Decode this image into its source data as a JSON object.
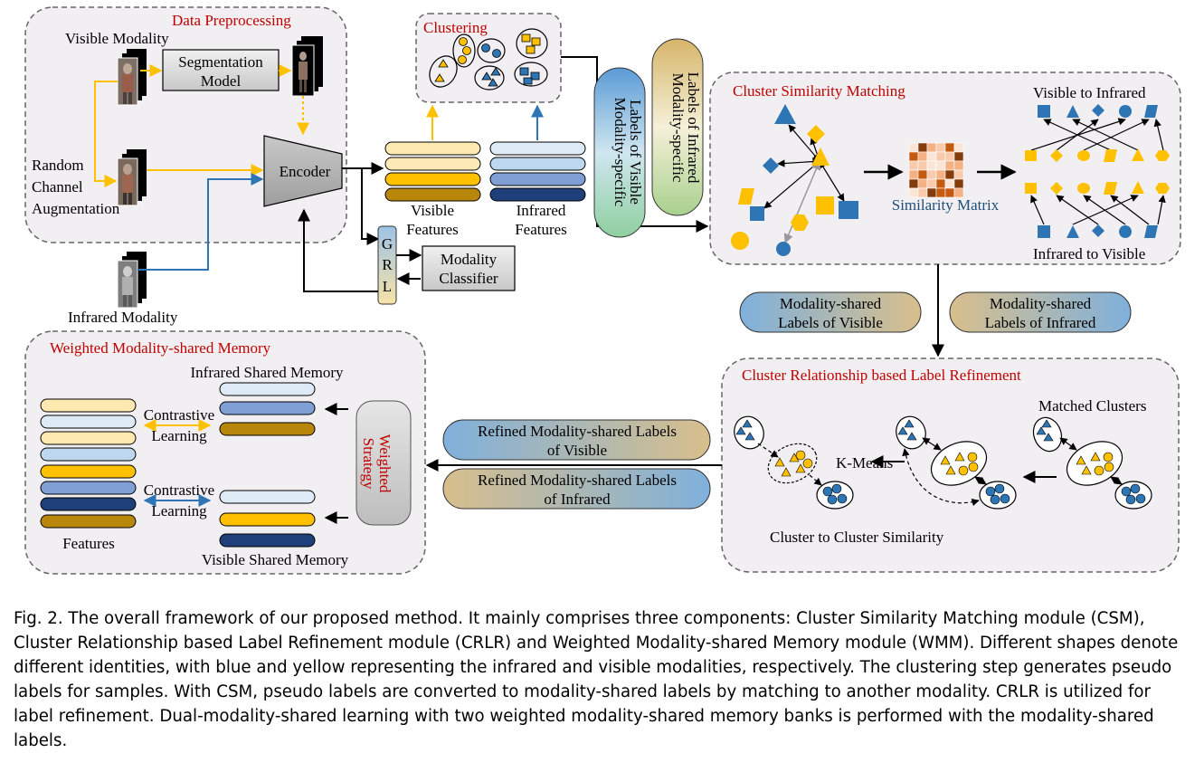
{
  "colors": {
    "blue": "#2e75b6",
    "navy": "#1f3f7a",
    "yellow": "#ffc000",
    "brown": "#b8860b",
    "red_title": "#c00000",
    "panel_bg": "#f1eff1"
  },
  "preprocessing": {
    "title": "Data Preprocessing",
    "visible_modality": "Visible Modality",
    "segmentation_model": [
      "Segmentation",
      "Model"
    ],
    "random_channel_aug": [
      "Random",
      "Channel",
      "Augmentation"
    ],
    "infrared_modality": "Infrared Modality"
  },
  "encoder": {
    "label": "Encoder"
  },
  "grl": {
    "label": [
      "G",
      "R",
      "L"
    ]
  },
  "modality_classifier": [
    "Modality",
    "Classifier"
  ],
  "clustering": {
    "title": "Clustering"
  },
  "features": {
    "visible": [
      "Visible",
      "Features"
    ],
    "infrared": [
      "Infrared",
      "Features"
    ]
  },
  "specific_labels": {
    "visible": [
      "Modality-specific",
      "Labels of Visible"
    ],
    "infrared": [
      "Modality-specific",
      "Labels of Infrared"
    ]
  },
  "csm": {
    "title": "Cluster Similarity Matching",
    "similarity_matrix": "Similarity Matrix",
    "vis_to_ir": "Visible to Infrared",
    "ir_to_vis": "Infrared to Visible"
  },
  "shared_labels": {
    "visible": [
      "Modality-shared",
      "Labels of Visible"
    ],
    "infrared": [
      "Modality-shared",
      "Labels of Infrared"
    ]
  },
  "crlr": {
    "title": "Cluster Relationship based Label Refinement",
    "matched_clusters": "Matched Clusters",
    "kmeans": "K-Means",
    "c2c": "Cluster to Cluster Similarity"
  },
  "refined": {
    "visible": [
      "Refined Modality-shared Labels",
      "of Visible"
    ],
    "infrared": [
      "Refined Modality-shared Labels",
      "of Infrared"
    ]
  },
  "wmm": {
    "title": "Weighted Modality-shared Memory",
    "ir_memory": "Infrared Shared Memory",
    "vis_memory": "Visible Shared Memory",
    "contrastive": [
      "Contrastive",
      "Learning"
    ],
    "features": "Features",
    "weighted_strategy": [
      "Weighted",
      "Strategy"
    ]
  },
  "caption": "Fig. 2.  The overall framework of our proposed method. It mainly comprises three components: Cluster Similarity Matching module (CSM), Cluster Relationship based Label Refinement module (CRLR) and Weighted Modality-shared Memory module (WMM). Different shapes denote different identities, with blue and yellow representing the infrared and visible modalities, respectively. The clustering step generates pseudo labels for samples. With CSM, pseudo labels are converted to modality-shared labels by matching to another modality. CRLR is utilized for label refinement. Dual-modality-shared learning with two weighted modality-shared memory banks is performed with the modality-shared labels."
}
